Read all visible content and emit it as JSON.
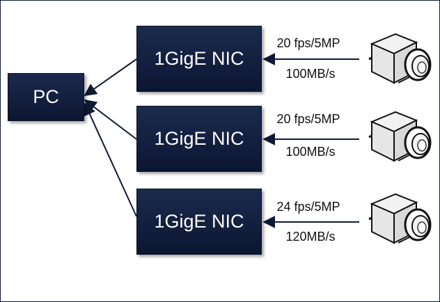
{
  "pc": {
    "label": "PC"
  },
  "nics": [
    {
      "label": "1GigE NIC",
      "rate": "20 fps/5MP",
      "bandwidth": "100MB/s"
    },
    {
      "label": "1GigE NIC",
      "rate": "20 fps/5MP",
      "bandwidth": "100MB/s"
    },
    {
      "label": "1GigE NIC",
      "rate": "24 fps/5MP",
      "bandwidth": "120MB/s"
    }
  ],
  "colors": {
    "box": "#0f1b3a",
    "line": "#0e1a35",
    "text": "#111111"
  },
  "icons": [
    "camera-icon",
    "camera-icon",
    "camera-icon"
  ]
}
